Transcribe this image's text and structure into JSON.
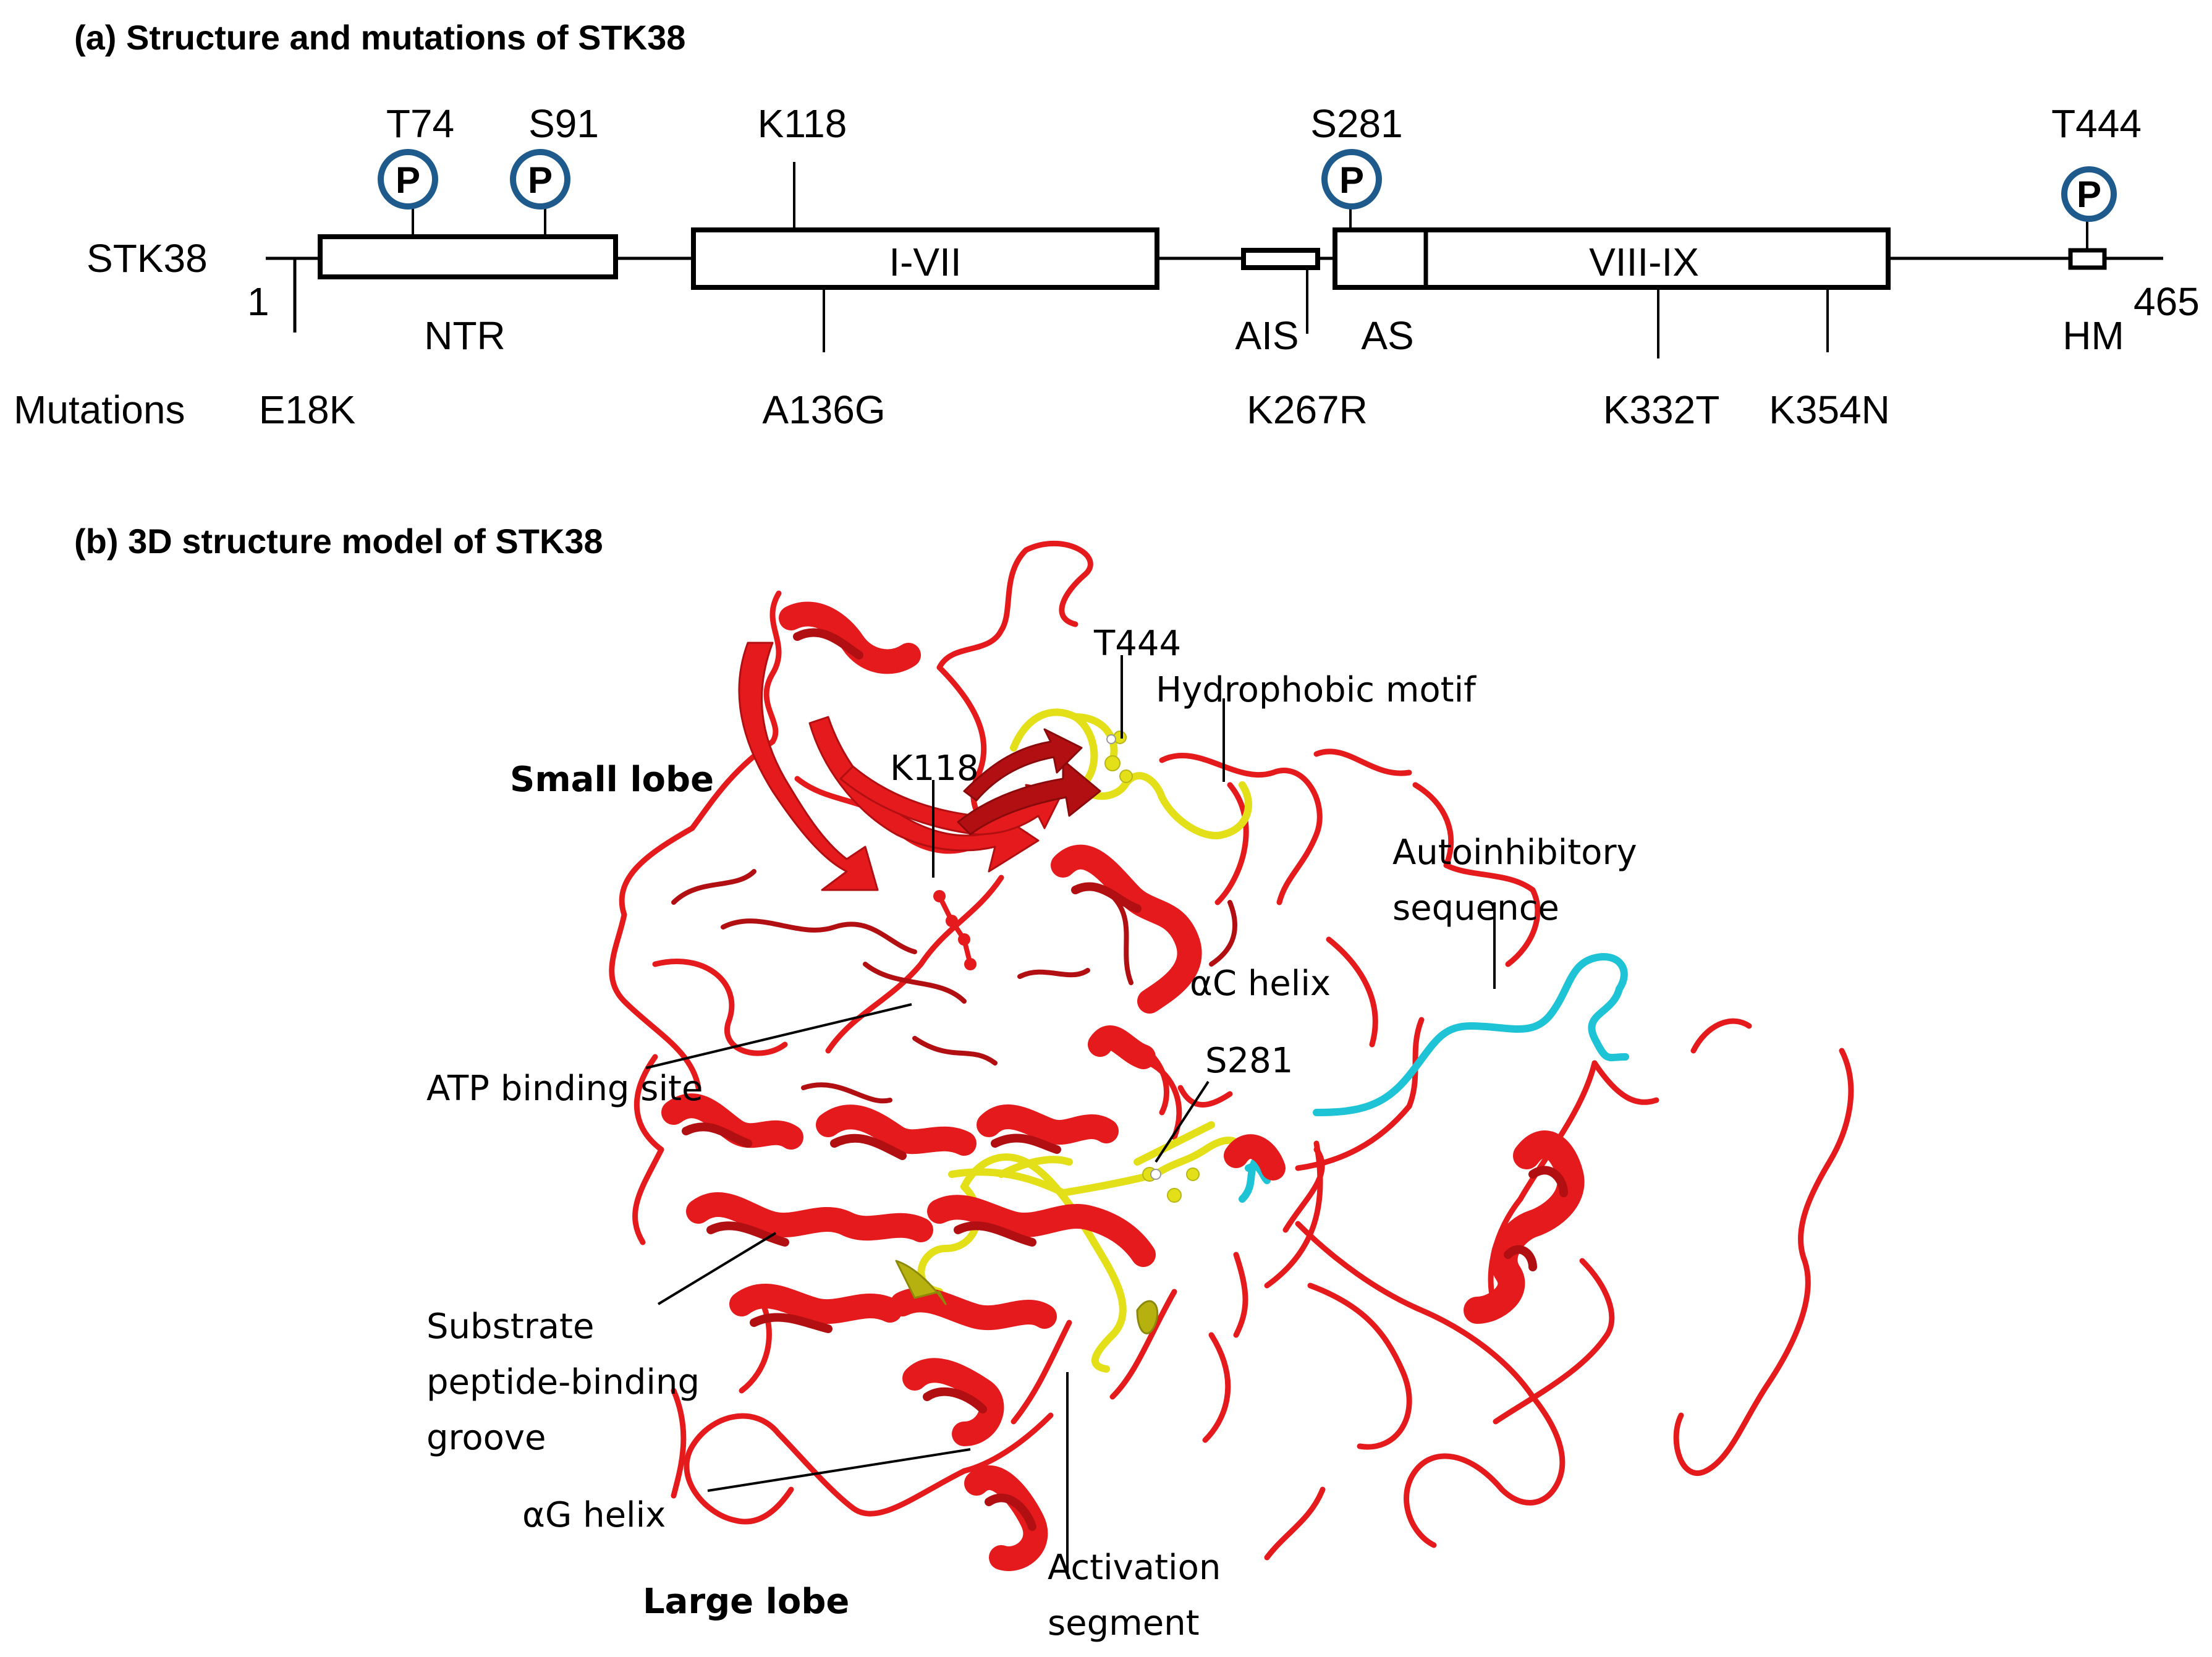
{
  "panel_a": {
    "title": "(a) Structure and mutations of STK38",
    "protein_label": "STK38",
    "start_residue": "1",
    "end_residue": "465",
    "mutations_label": "Mutations",
    "phospho_sites": [
      "T74",
      "S91",
      "S281",
      "T444"
    ],
    "phospho_symbol": "P",
    "upper_site": "K118",
    "domains": [
      "NTR",
      "I-VII",
      "AIS",
      "AS",
      "VIII-IX",
      "HM"
    ],
    "mutations": [
      "E18K",
      "A136G",
      "K267R",
      "K332T",
      "K354N"
    ]
  },
  "panel_b": {
    "title": "(b) 3D structure model of STK38",
    "small_lobe": "Small lobe",
    "large_lobe": "Large lobe",
    "t444": "T444",
    "hydrophobic_motif": "Hydrophobic motif",
    "k118": "K118",
    "autoinhibitory_1": "Autoinhibitory",
    "autoinhibitory_2": "sequence",
    "ac_helix": "αC helix",
    "atp_site": "ATP binding site",
    "s281": "S281",
    "substrate_1": "Substrate",
    "substrate_2": "peptide-binding",
    "substrate_3": "groove",
    "ag_helix": "αG helix",
    "activation_1": "Activation",
    "activation_2": "segment"
  },
  "colors": {
    "backbone": "#e41a1c",
    "dark_red": "#b10f12",
    "motif": "#e3e01a",
    "autoinhibitory": "#1fc3d6",
    "phospho_ring": "#1f5a8c"
  }
}
